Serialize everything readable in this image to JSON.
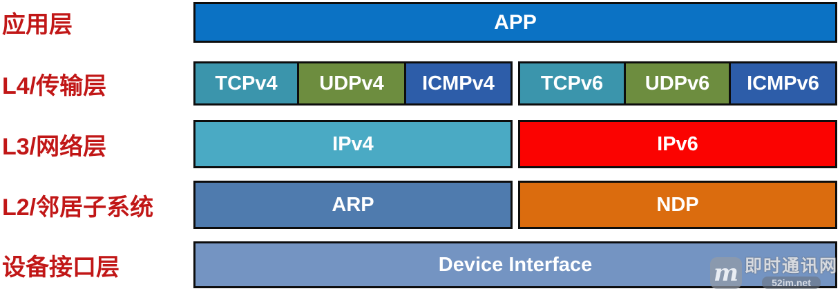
{
  "diagram": {
    "layer_labels": [
      {
        "label": "应用层"
      },
      {
        "label": "L4/传输层"
      },
      {
        "label": "L3/网络层"
      },
      {
        "label": "L2/邻居子系统"
      },
      {
        "label": "设备接口层"
      }
    ],
    "rows": {
      "app": {
        "label": "APP",
        "color": "#0b72c4"
      },
      "l4_v4": [
        {
          "label": "TCPv4",
          "color": "#3b95ac"
        },
        {
          "label": "UDPv4",
          "color": "#6d8d3f"
        },
        {
          "label": "ICMPv4",
          "color": "#2d5da9"
        }
      ],
      "l4_v6": [
        {
          "label": "TCPv6",
          "color": "#3b95ac"
        },
        {
          "label": "UDPv6",
          "color": "#6d8d3f"
        },
        {
          "label": "ICMPv6",
          "color": "#2d5da9"
        }
      ],
      "l3": [
        {
          "label": "IPv4",
          "color": "#4aaac4"
        },
        {
          "label": "IPv6",
          "color": "#fb0301"
        }
      ],
      "l2": [
        {
          "label": "ARP",
          "color": "#4f7bae"
        },
        {
          "label": "NDP",
          "color": "#db6c0e"
        }
      ],
      "device": {
        "label": "Device Interface",
        "color": "#7494c2"
      }
    },
    "colors": {
      "label_red": "#c11717",
      "box_border": "#0d0d0d",
      "box_text": "#ffffff",
      "background": "#ffffff"
    },
    "watermark": {
      "logo_letter": "m",
      "site_name": "即时通讯网",
      "site_url": "52im.net"
    }
  }
}
